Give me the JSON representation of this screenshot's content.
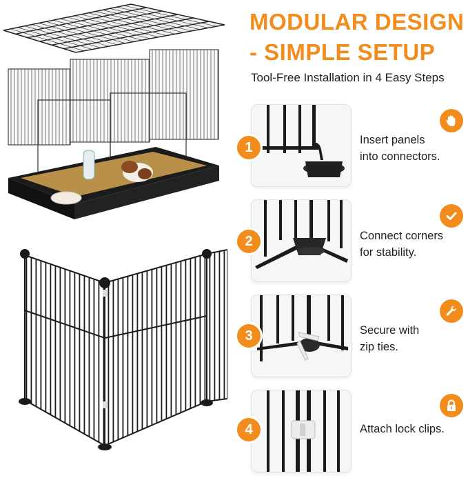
{
  "heading": {
    "line1": "MODULAR DESIGN",
    "line2": "- SIMPLE SETUP"
  },
  "subtitle": "Tool-Free Installation in 4 Easy Steps",
  "steps": [
    {
      "number": "1",
      "text_line1": "Insert panels",
      "text_line2": "into connectors.",
      "icon": "hand-icon"
    },
    {
      "number": "2",
      "text_line1": "Connect corners",
      "text_line2": "for stability.",
      "icon": "checkmark-icon"
    },
    {
      "number": "3",
      "text_line1": "Secure with",
      "text_line2": "zip ties.",
      "icon": "wrench-icon"
    },
    {
      "number": "4",
      "text_line1": "Attach lock clips.",
      "text_line2": "",
      "icon": "lock-icon"
    }
  ],
  "colors": {
    "accent": "#F28C1C",
    "text": "#1f1f1f",
    "metal": "#1a1a1a"
  }
}
